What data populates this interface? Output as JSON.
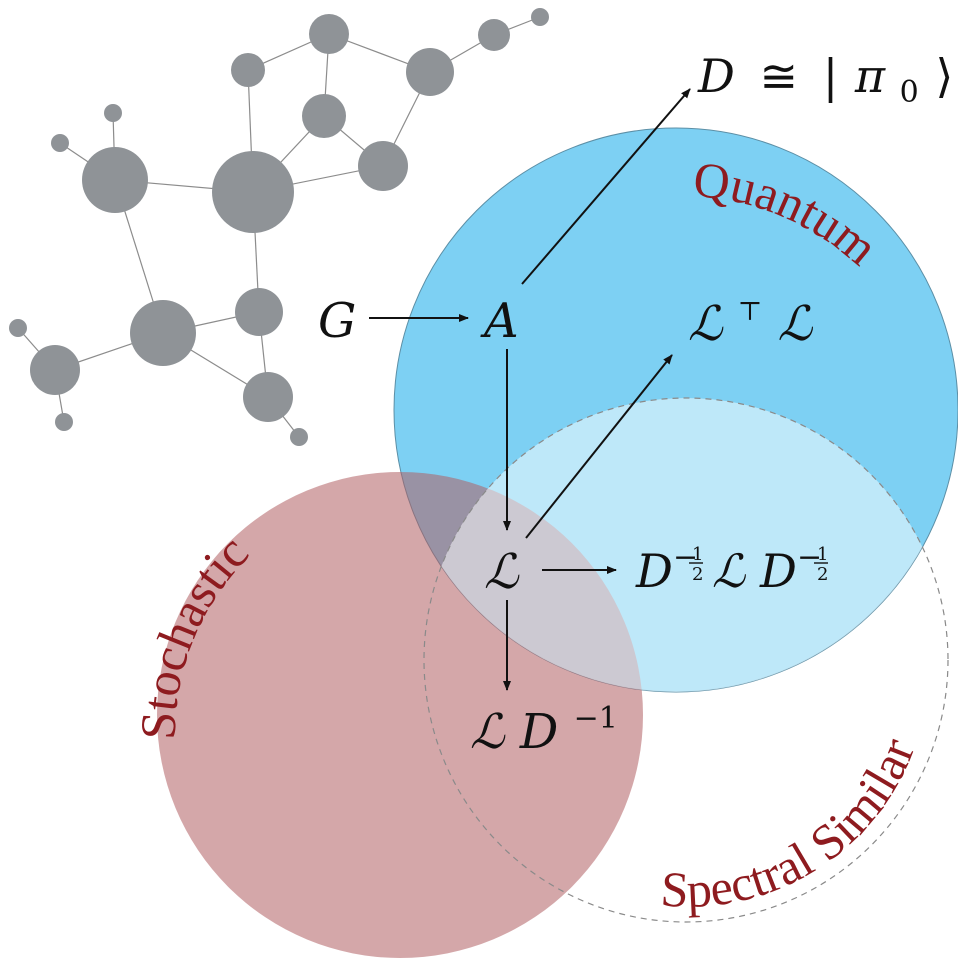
{
  "regions": {
    "quantum": {
      "label": "Quantum",
      "color": "#7dd0f3"
    },
    "stochastic": {
      "label": "Stochastic",
      "color": "#d3a5a5"
    },
    "spectral": {
      "label": "Spectral Similar"
    }
  },
  "nodes": {
    "G": "G",
    "A": "A",
    "L": "ℒ",
    "D_pi": {
      "D": "D",
      "cong": "≅",
      "ket_open": "|",
      "pi": "π",
      "sub": "0",
      "ket_close": "⟩"
    },
    "LTL": {
      "L1": "ℒ",
      "T": "⊤",
      "L2": "ℒ"
    },
    "normalized": {
      "D1": "D",
      "minus1": "−",
      "num1": "1",
      "den1": "2",
      "L": "ℒ",
      "D2": "D",
      "minus2": "−",
      "num2": "1",
      "den2": "2"
    },
    "LDinv": {
      "L": "ℒ",
      "D": "D",
      "exp": "−1"
    }
  },
  "colors": {
    "label_red": "#8e1b1f",
    "node_gray": "#8f9397"
  }
}
